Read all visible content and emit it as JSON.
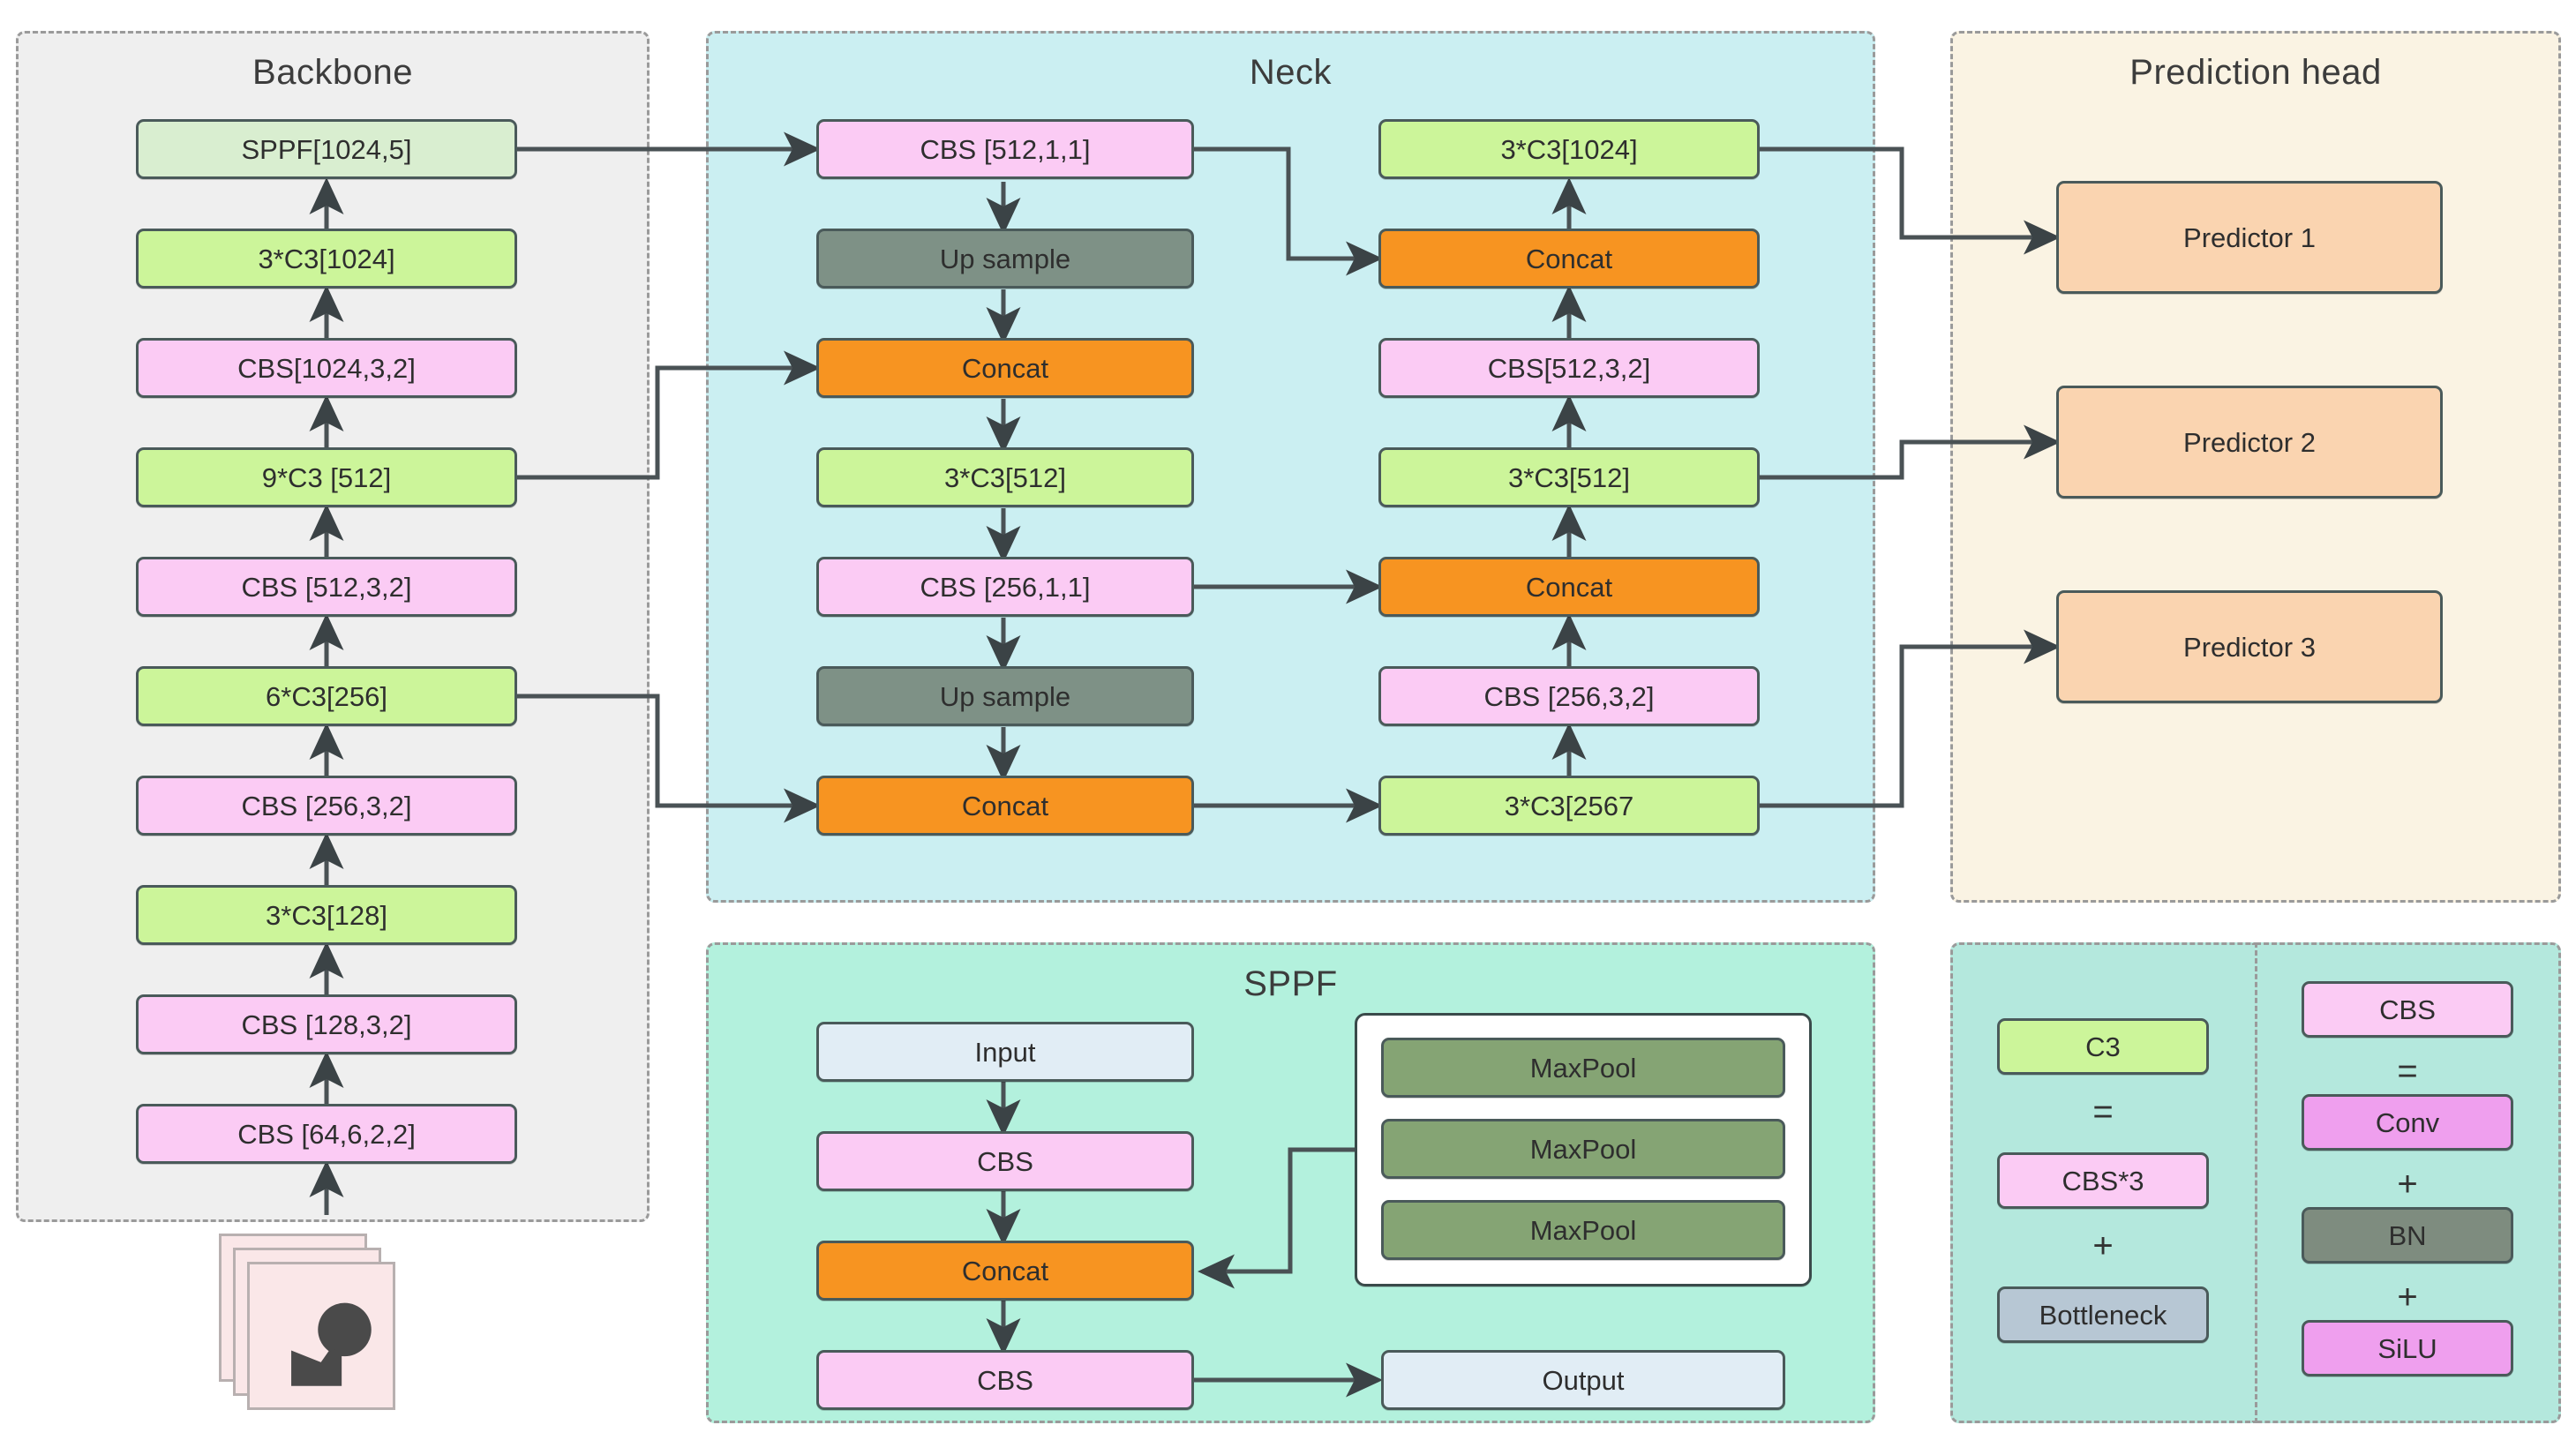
{
  "panels": {
    "backbone": {
      "title": "Backbone"
    },
    "neck": {
      "title": "Neck"
    },
    "prediction_head": {
      "title": "Prediction head"
    },
    "sppf": {
      "title": "SPPF"
    },
    "legend": {
      "title": ""
    }
  },
  "backbone": {
    "nodes": [
      {
        "label": "SPPF[1024,5]",
        "type": "sppf"
      },
      {
        "label": "3*C3[1024]",
        "type": "c3"
      },
      {
        "label": "CBS[1024,3,2]",
        "type": "cbs"
      },
      {
        "label": "9*C3 [512]",
        "type": "c3"
      },
      {
        "label": "CBS [512,3,2]",
        "type": "cbs"
      },
      {
        "label": "6*C3[256]",
        "type": "c3"
      },
      {
        "label": "CBS [256,3,2]",
        "type": "cbs"
      },
      {
        "label": "3*C3[128]",
        "type": "c3"
      },
      {
        "label": "CBS [128,3,2]",
        "type": "cbs"
      },
      {
        "label": "CBS [64,6,2,2]",
        "type": "cbs"
      }
    ]
  },
  "neck": {
    "left_column": [
      {
        "label": "CBS [512,1,1]",
        "type": "cbs"
      },
      {
        "label": "Up sample",
        "type": "up"
      },
      {
        "label": "Concat",
        "type": "concat"
      },
      {
        "label": "3*C3[512]",
        "type": "c3"
      },
      {
        "label": "CBS [256,1,1]",
        "type": "cbs"
      },
      {
        "label": "Up sample",
        "type": "up"
      },
      {
        "label": "Concat",
        "type": "concat"
      }
    ],
    "right_column": [
      {
        "label": "3*C3[1024]",
        "type": "c3"
      },
      {
        "label": "Concat",
        "type": "concat"
      },
      {
        "label": "CBS[512,3,2]",
        "type": "cbs"
      },
      {
        "label": "3*C3[512]",
        "type": "c3"
      },
      {
        "label": "Concat",
        "type": "concat"
      },
      {
        "label": "CBS [256,3,2]",
        "type": "cbs"
      },
      {
        "label": "3*C3[2567",
        "type": "c3"
      }
    ]
  },
  "prediction_head": {
    "predictors": [
      {
        "label": "Predictor 1"
      },
      {
        "label": "Predictor 2"
      },
      {
        "label": "Predictor 3"
      }
    ]
  },
  "sppf": {
    "chain": [
      {
        "label": "Input",
        "type": "io"
      },
      {
        "label": "CBS",
        "type": "cbs"
      },
      {
        "label": "Concat",
        "type": "concat"
      },
      {
        "label": "CBS",
        "type": "cbs"
      }
    ],
    "maxpools": [
      {
        "label": "MaxPool"
      },
      {
        "label": "MaxPool"
      },
      {
        "label": "MaxPool"
      }
    ],
    "output": {
      "label": "Output",
      "type": "io"
    }
  },
  "legend": {
    "left": {
      "items": [
        {
          "label": "C3",
          "type": "c3"
        },
        {
          "label": "=",
          "type": "op"
        },
        {
          "label": "CBS*3",
          "type": "cbs"
        },
        {
          "label": "+",
          "type": "op"
        },
        {
          "label": "Bottleneck",
          "type": "bneck"
        }
      ]
    },
    "right": {
      "items": [
        {
          "label": "CBS",
          "type": "cbs"
        },
        {
          "label": "=",
          "type": "op"
        },
        {
          "label": "Conv",
          "type": "conv"
        },
        {
          "label": "+",
          "type": "op"
        },
        {
          "label": "BN",
          "type": "bn"
        },
        {
          "label": "+",
          "type": "op"
        },
        {
          "label": "SiLU",
          "type": "silu"
        }
      ]
    }
  },
  "input_stack": {
    "name": "input-images"
  },
  "colors": {
    "backbone_panel": "#efefef",
    "neck_panel": "#cbeff2",
    "head_panel": "#faf3e3",
    "sppf_panel": "#b3f1dd",
    "legend_panel": "#b4e8dd",
    "c3": "#ccf59a",
    "sppf_node": "#d9eed0",
    "cbs": "#fbcbf4",
    "concat": "#f79421",
    "upsample": "#7e9186",
    "predictor": "#fad4b0",
    "io": "#e1edf5",
    "maxpool": "#85a474",
    "bottleneck": "#b7c7d4",
    "conv": "#ef9fee",
    "bn": "#7e8c7f",
    "silu": "#ef9fee",
    "edge": "#4a5255",
    "panel_border": "#9a9a9a"
  }
}
